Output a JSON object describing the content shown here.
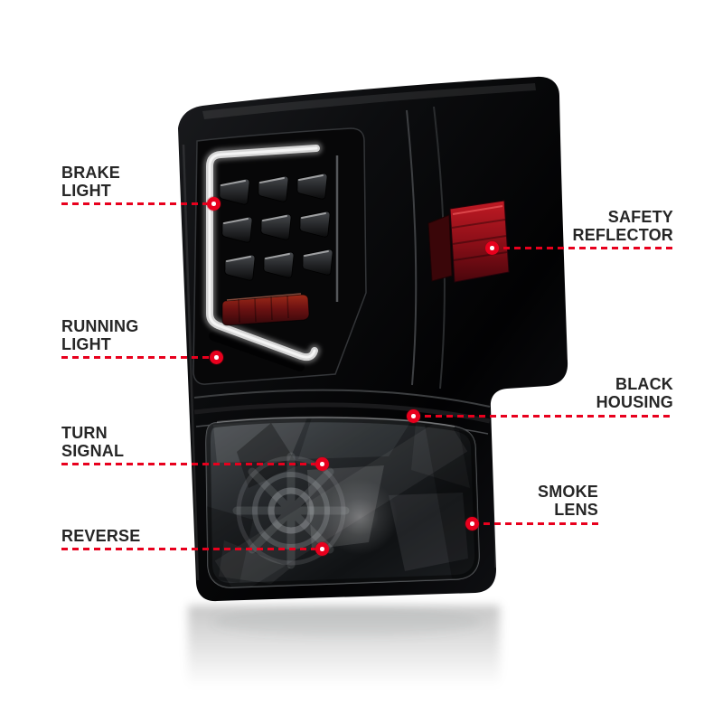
{
  "page": {
    "background_color": "#ffffff",
    "accent_color": "#e8001d",
    "label_color": "#262626"
  },
  "product": {
    "illustration": "smoked-led-tail-light-assembly",
    "housing_color": "#0b0b0c",
    "light_bar_color": "#d6d6d6",
    "safety_reflector_color": "#a6121b",
    "running_light_color": "#7c1216",
    "lens_color": "#2e3134"
  },
  "callouts": [
    {
      "id": "brake-light",
      "side": "left",
      "lines": [
        "BRAKE",
        "LIGHT"
      ]
    },
    {
      "id": "safety-reflector",
      "side": "right",
      "lines": [
        "SAFETY",
        "REFLECTOR"
      ]
    },
    {
      "id": "running-light",
      "side": "left",
      "lines": [
        "RUNNING",
        "LIGHT"
      ]
    },
    {
      "id": "black-housing",
      "side": "right",
      "lines": [
        "BLACK",
        "HOUSING"
      ]
    },
    {
      "id": "turn-signal",
      "side": "left",
      "lines": [
        "TURN",
        "SIGNAL"
      ]
    },
    {
      "id": "smoke-lens",
      "side": "right",
      "lines": [
        "SMOKE",
        "LENS"
      ]
    },
    {
      "id": "reverse",
      "side": "left",
      "lines": [
        "REVERSE"
      ]
    }
  ]
}
